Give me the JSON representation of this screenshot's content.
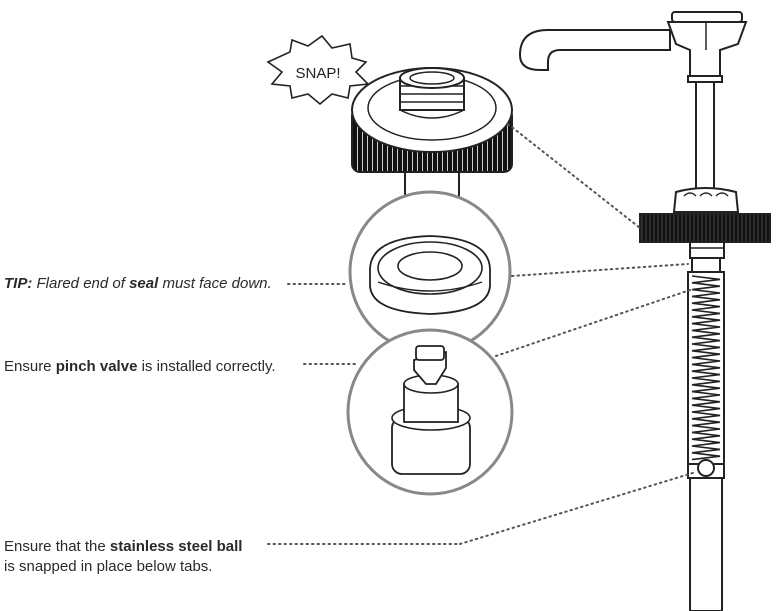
{
  "snap": {
    "label": "SNAP!"
  },
  "callouts": {
    "tip": {
      "prefix": "TIP:",
      "before": " Flared end of ",
      "bold": "seal",
      "after": " must face down."
    },
    "pinch": {
      "before": "Ensure ",
      "bold": "pinch valve",
      "after": " is installed correctly."
    },
    "ball": {
      "before": "Ensure that the ",
      "bold": "stainless steel ball",
      "line2": "is snapped in place below tabs."
    }
  }
}
